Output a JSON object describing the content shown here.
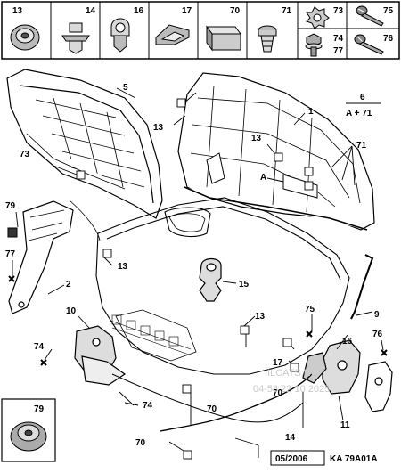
{
  "thumbnails": [
    {
      "id": "13",
      "icon": "grommet-icon"
    },
    {
      "id": "14",
      "icon": "push-clip-icon"
    },
    {
      "id": "16",
      "icon": "cable-clip-icon"
    },
    {
      "id": "17",
      "icon": "spring-clip-icon"
    },
    {
      "id": "70",
      "icon": "tie-clip-icon"
    },
    {
      "id": "71",
      "icon": "rivet-clip-icon"
    },
    {
      "id": "73",
      "icon": "star-nut-icon"
    },
    {
      "id": "74",
      "icon": "bolt-washer-icon"
    },
    {
      "id": "77",
      "icon": "bolt-washer-icon"
    },
    {
      "id": "75",
      "icon": "screw-icon"
    },
    {
      "id": "76",
      "icon": "tapping-screw-icon"
    }
  ],
  "callouts": {
    "c1": "1",
    "c2": "2",
    "c5": "5",
    "c6": "6",
    "c6sub": "A + 71",
    "c9": "9",
    "c10": "10",
    "c11": "11",
    "c13a": "13",
    "c13b": "13",
    "c13c": "13",
    "c13d": "13",
    "c14": "14",
    "c15": "15",
    "c16": "16",
    "c17": "17",
    "c70a": "70",
    "c70b": "70",
    "c70c": "70",
    "c71": "71",
    "c73": "73",
    "c74a": "74",
    "c74b": "74",
    "c75": "75",
    "c76": "76",
    "c77": "77",
    "c79a": "79",
    "c79b": "79",
    "cA": "A"
  },
  "footer": {
    "date": "05/2006",
    "ref": "KA 79A01A"
  },
  "watermark": {
    "site": "ILCATS.RU",
    "phone": "04-58 22 10 2025"
  }
}
